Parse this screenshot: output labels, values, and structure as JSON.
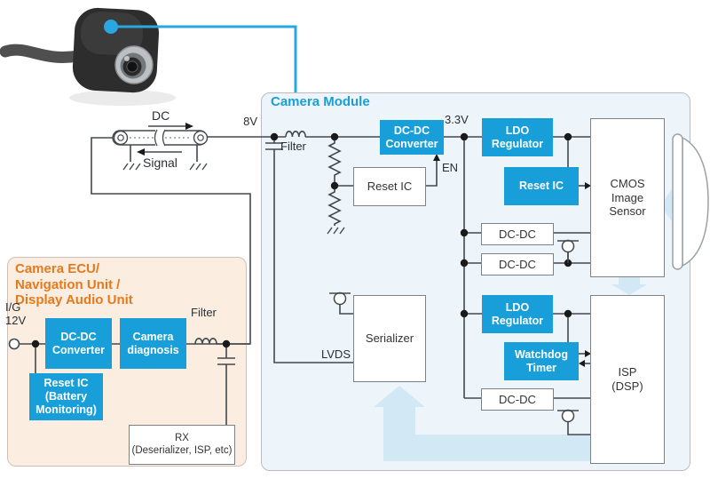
{
  "colors": {
    "accent_blue": "#189fd9",
    "accent_orange": "#e5791e",
    "module_background": "#edf4fa",
    "ecu_background": "#fbeee1",
    "light_arrow_blue": "#d3e8f5"
  },
  "cable": {
    "dc_label": "DC",
    "signal_label": "Signal",
    "voltage_label": "8V"
  },
  "camera_module": {
    "title": "Camera Module",
    "filter_label": "Filter",
    "rail_label": "3.3V",
    "en_label": "EN",
    "lvds_label": "LVDS",
    "blocks": {
      "dcdc_converter": "DC-DC\nConverter",
      "reset_ic_en": "Reset IC",
      "ldo_regulator_top": "LDO\nRegulator",
      "reset_ic_cis": "Reset IC",
      "cmos_image_sensor": "CMOS\nImage\nSensor",
      "dcdc_1": "DC-DC",
      "dcdc_2": "DC-DC",
      "ldo_regulator_bottom": "LDO\nRegulator",
      "watchdog_timer": "Watchdog\nTimer",
      "isp": "ISP\n(DSP)",
      "dcdc_3": "DC-DC",
      "serializer": "Serializer"
    }
  },
  "camera_ecu": {
    "title": "Camera ECU/\nNavigation Unit /\nDisplay Audio Unit",
    "input_label": "I/G\n12V",
    "filter_label": "Filter",
    "blocks": {
      "dcdc_converter": "DC-DC\nConverter",
      "camera_diagnosis": "Camera\ndiagnosis",
      "reset_ic_battery": "Reset IC\n(Battery\nMonitoring)",
      "rx": "RX\n(Deserializer, ISP, etc)"
    }
  }
}
